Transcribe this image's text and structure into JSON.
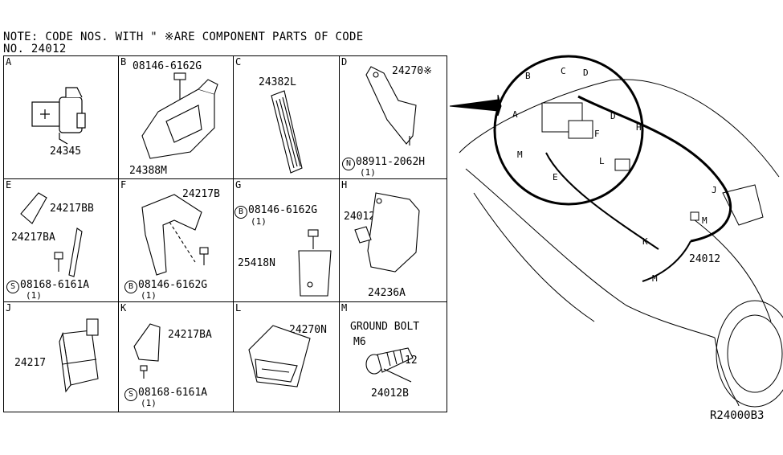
{
  "note": {
    "line1": "NOTE: CODE NOS. WITH \"  ※ARE COMPONENT PARTS OF CODE",
    "line2": "NO. 24012"
  },
  "cells": [
    {
      "id": "A",
      "labels": [
        "24345"
      ]
    },
    {
      "id": "B",
      "labels": [
        "08146-6162G",
        "24388M"
      ]
    },
    {
      "id": "C",
      "labels": [
        "24382L"
      ]
    },
    {
      "id": "D",
      "labels": [
        "24270※",
        "08911-2062H",
        "(1)"
      ],
      "symbol": "N"
    },
    {
      "id": "E",
      "labels": [
        "24217BB",
        "24217BA",
        "08168-6161A",
        "(1)"
      ],
      "symbol": "S"
    },
    {
      "id": "F",
      "labels": [
        "24217B",
        "08146-6162G",
        "(1)"
      ],
      "symbol": "B"
    },
    {
      "id": "G",
      "labels": [
        "08146-6162G",
        "(1)",
        "25418N"
      ],
      "symbol": "B"
    },
    {
      "id": "H",
      "labels": [
        "24012C",
        "24236A"
      ]
    },
    {
      "id": "J",
      "labels": [
        "24217"
      ]
    },
    {
      "id": "K",
      "labels": [
        "24217BA",
        "08168-6161A",
        "(1)"
      ],
      "symbol": "S"
    },
    {
      "id": "L",
      "labels": [
        "24270N"
      ]
    },
    {
      "id": "M",
      "labels": [
        "GROUND BOLT",
        "M6",
        "12",
        "24012B"
      ]
    }
  ],
  "main": {
    "callouts": [
      "A",
      "B",
      "C",
      "D",
      "D",
      "F",
      "H",
      "L",
      "E",
      "M",
      "J",
      "M",
      "K",
      "M"
    ],
    "part": "24012"
  },
  "ref_code": "R24000B3"
}
